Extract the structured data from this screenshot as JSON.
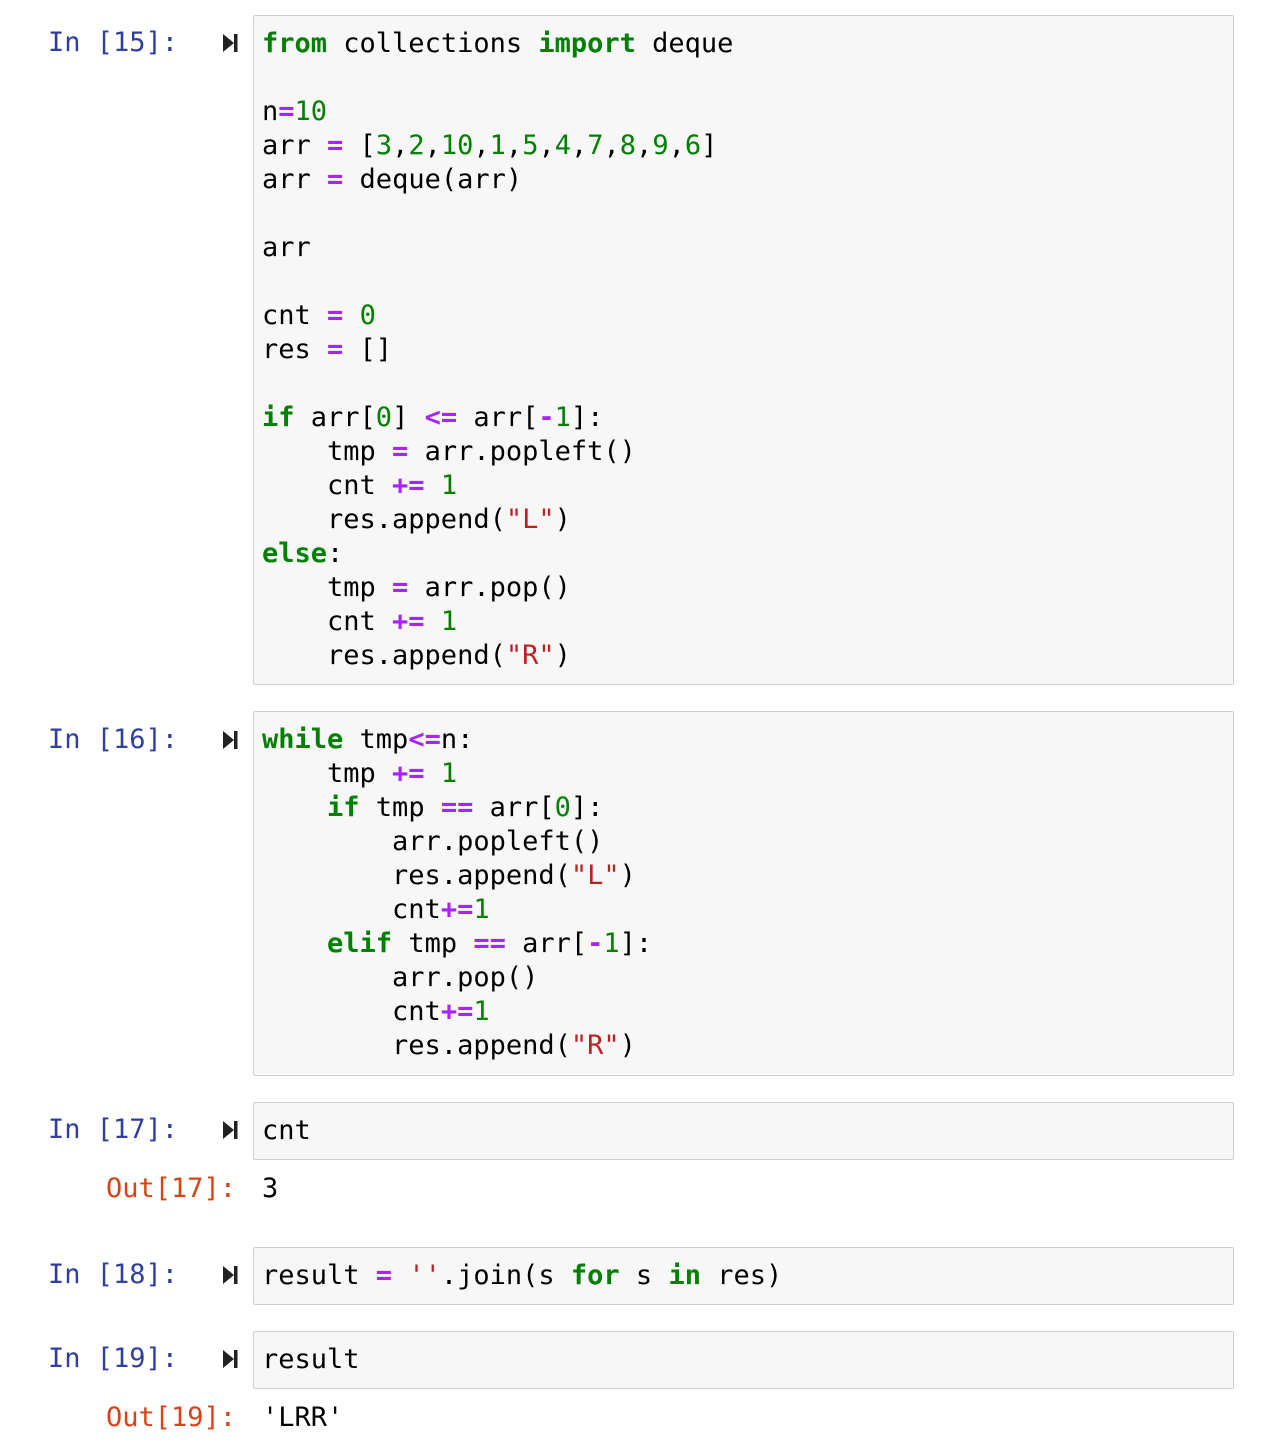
{
  "cells": [
    {
      "in_prompt": "In [15]:",
      "code": [
        [
          [
            "kw",
            "from"
          ],
          [
            "t",
            " collections "
          ],
          [
            "kw",
            "import"
          ],
          [
            "t",
            " deque"
          ]
        ],
        [],
        [
          [
            "t",
            "n"
          ],
          [
            "op",
            "="
          ],
          [
            "num",
            "10"
          ]
        ],
        [
          [
            "t",
            "arr "
          ],
          [
            "op",
            "="
          ],
          [
            "t",
            " ["
          ],
          [
            "num",
            "3"
          ],
          [
            "t",
            ","
          ],
          [
            "num",
            "2"
          ],
          [
            "t",
            ","
          ],
          [
            "num",
            "10"
          ],
          [
            "t",
            ","
          ],
          [
            "num",
            "1"
          ],
          [
            "t",
            ","
          ],
          [
            "num",
            "5"
          ],
          [
            "t",
            ","
          ],
          [
            "num",
            "4"
          ],
          [
            "t",
            ","
          ],
          [
            "num",
            "7"
          ],
          [
            "t",
            ","
          ],
          [
            "num",
            "8"
          ],
          [
            "t",
            ","
          ],
          [
            "num",
            "9"
          ],
          [
            "t",
            ","
          ],
          [
            "num",
            "6"
          ],
          [
            "t",
            "]"
          ]
        ],
        [
          [
            "t",
            "arr "
          ],
          [
            "op",
            "="
          ],
          [
            "t",
            " deque(arr)"
          ]
        ],
        [],
        [
          [
            "t",
            "arr"
          ]
        ],
        [],
        [
          [
            "t",
            "cnt "
          ],
          [
            "op",
            "="
          ],
          [
            "t",
            " "
          ],
          [
            "num",
            "0"
          ]
        ],
        [
          [
            "t",
            "res "
          ],
          [
            "op",
            "="
          ],
          [
            "t",
            " []"
          ]
        ],
        [],
        [
          [
            "kw",
            "if"
          ],
          [
            "t",
            " arr["
          ],
          [
            "num",
            "0"
          ],
          [
            "t",
            "] "
          ],
          [
            "op",
            "<="
          ],
          [
            "t",
            " arr["
          ],
          [
            "op",
            "-"
          ],
          [
            "num",
            "1"
          ],
          [
            "t",
            "]:"
          ]
        ],
        [
          [
            "t",
            "    tmp "
          ],
          [
            "op",
            "="
          ],
          [
            "t",
            " arr.popleft()"
          ]
        ],
        [
          [
            "t",
            "    cnt "
          ],
          [
            "op",
            "+="
          ],
          [
            "t",
            " "
          ],
          [
            "num",
            "1"
          ]
        ],
        [
          [
            "t",
            "    res.append("
          ],
          [
            "str",
            "\"L\""
          ],
          [
            "t",
            ")"
          ]
        ],
        [
          [
            "kw",
            "else"
          ],
          [
            "t",
            ":"
          ]
        ],
        [
          [
            "t",
            "    tmp "
          ],
          [
            "op",
            "="
          ],
          [
            "t",
            " arr.pop()"
          ]
        ],
        [
          [
            "t",
            "    cnt "
          ],
          [
            "op",
            "+="
          ],
          [
            "t",
            " "
          ],
          [
            "num",
            "1"
          ]
        ],
        [
          [
            "t",
            "    res.append("
          ],
          [
            "str",
            "\"R\""
          ],
          [
            "t",
            ")"
          ]
        ]
      ]
    },
    {
      "in_prompt": "In [16]:",
      "code": [
        [
          [
            "kw",
            "while"
          ],
          [
            "t",
            " tmp"
          ],
          [
            "op",
            "<="
          ],
          [
            "t",
            "n:"
          ]
        ],
        [
          [
            "t",
            "    tmp "
          ],
          [
            "op",
            "+="
          ],
          [
            "t",
            " "
          ],
          [
            "num",
            "1"
          ]
        ],
        [
          [
            "t",
            "    "
          ],
          [
            "kw",
            "if"
          ],
          [
            "t",
            " tmp "
          ],
          [
            "op",
            "=="
          ],
          [
            "t",
            " arr["
          ],
          [
            "num",
            "0"
          ],
          [
            "t",
            "]:"
          ]
        ],
        [
          [
            "t",
            "        arr.popleft()"
          ]
        ],
        [
          [
            "t",
            "        res.append("
          ],
          [
            "str",
            "\"L\""
          ],
          [
            "t",
            ")"
          ]
        ],
        [
          [
            "t",
            "        cnt"
          ],
          [
            "op",
            "+="
          ],
          [
            "num",
            "1"
          ]
        ],
        [
          [
            "t",
            "    "
          ],
          [
            "kw",
            "elif"
          ],
          [
            "t",
            " tmp "
          ],
          [
            "op",
            "=="
          ],
          [
            "t",
            " arr["
          ],
          [
            "op",
            "-"
          ],
          [
            "num",
            "1"
          ],
          [
            "t",
            "]:"
          ]
        ],
        [
          [
            "t",
            "        arr.pop()"
          ]
        ],
        [
          [
            "t",
            "        cnt"
          ],
          [
            "op",
            "+="
          ],
          [
            "num",
            "1"
          ]
        ],
        [
          [
            "t",
            "        res.append("
          ],
          [
            "str",
            "\"R\""
          ],
          [
            "t",
            ")"
          ]
        ]
      ]
    },
    {
      "in_prompt": "In [17]:",
      "code": [
        [
          [
            "t",
            "cnt"
          ]
        ]
      ],
      "out_prompt": "Out[17]:",
      "output": "3"
    },
    {
      "in_prompt": "In [18]:",
      "code": [
        [
          [
            "t",
            "result "
          ],
          [
            "op",
            "="
          ],
          [
            "t",
            " "
          ],
          [
            "str",
            "''"
          ],
          [
            "t",
            ".join(s "
          ],
          [
            "kw",
            "for"
          ],
          [
            "t",
            " s "
          ],
          [
            "kw",
            "in"
          ],
          [
            "t",
            " res)"
          ]
        ]
      ]
    },
    {
      "in_prompt": "In [19]:",
      "code": [
        [
          [
            "t",
            "result"
          ]
        ]
      ],
      "out_prompt": "Out[19]:",
      "output": "'LRR'"
    }
  ],
  "colors": {
    "keyword": "#008000",
    "operator": "#aa22ff",
    "number": "#008000",
    "string": "#ba2121",
    "in_prompt": "#303f9f",
    "out_prompt": "#d84315"
  },
  "icons": {
    "run": "run-cell-icon"
  }
}
